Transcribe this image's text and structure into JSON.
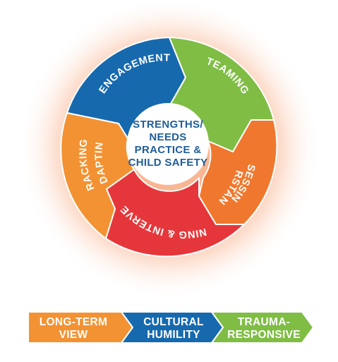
{
  "diagram": {
    "center": {
      "lines": [
        "STRENGTHS/",
        "NEEDS",
        "PRACTICE &",
        "CHILD SAFETY"
      ]
    },
    "segments": [
      {
        "id": "engagement",
        "label": "ENGAGEMENT",
        "color": "#1769ae"
      },
      {
        "id": "teaming",
        "label": "TEAMING",
        "color": "#7fbd45"
      },
      {
        "id": "assessing",
        "label_line1": "ASSESSING &",
        "label_line2": "UNDERSTANDING",
        "color": "#f0782e"
      },
      {
        "id": "planning",
        "label": "PLANNING & INTERVENTION",
        "color": "#e5373b"
      },
      {
        "id": "tracking",
        "label_line1": "TRACKING &",
        "label_line2": "ADAPTING",
        "color": "#f39233"
      }
    ]
  },
  "banner": [
    {
      "line1": "LONG-TERM",
      "line2": "VIEW",
      "color": "#f39233"
    },
    {
      "line1": "CULTURAL",
      "line2": "HUMILITY",
      "color": "#1769ae"
    },
    {
      "line1": "TRAUMA-",
      "line2": "RESPONSIVE",
      "color": "#7fbd45"
    }
  ]
}
